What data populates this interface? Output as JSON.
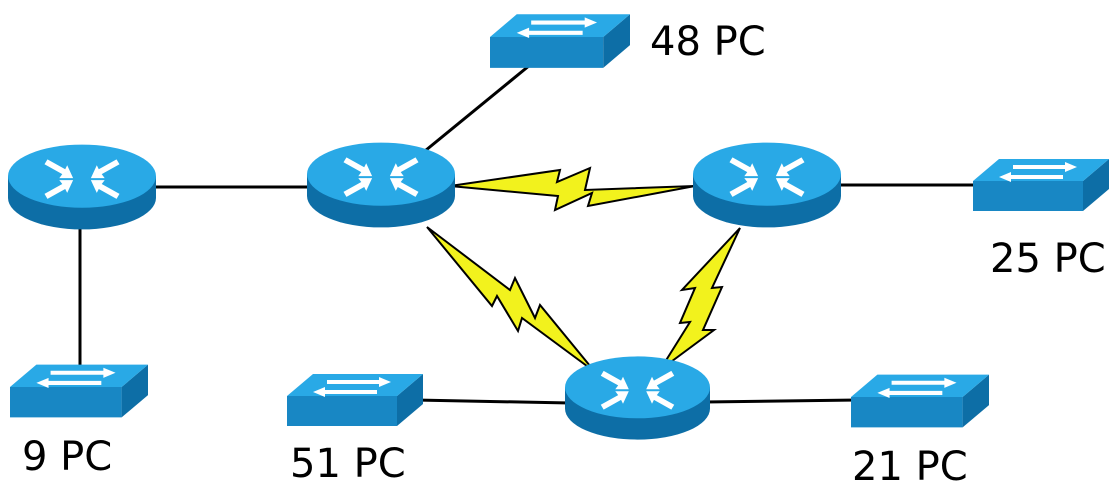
{
  "labels": {
    "sw_top": "48 PC",
    "sw_right": "25 PC",
    "sw_left_bottom": "9 PC",
    "sw_mid_bottom": "51 PC",
    "sw_right_bottom": "21 PC"
  },
  "devices": [
    {
      "id": "router-left",
      "kind": "router"
    },
    {
      "id": "router-center",
      "kind": "router"
    },
    {
      "id": "router-right",
      "kind": "router"
    },
    {
      "id": "router-bottom",
      "kind": "router"
    },
    {
      "id": "switch-top",
      "kind": "switch",
      "label_key": "sw_top"
    },
    {
      "id": "switch-right",
      "kind": "switch",
      "label_key": "sw_right"
    },
    {
      "id": "switch-left-bottom",
      "kind": "switch",
      "label_key": "sw_left_bottom"
    },
    {
      "id": "switch-mid-bottom",
      "kind": "switch",
      "label_key": "sw_mid_bottom"
    },
    {
      "id": "switch-right-bottom",
      "kind": "switch",
      "label_key": "sw_right_bottom"
    }
  ],
  "links": [
    {
      "from": "router-left",
      "to": "router-center",
      "type": "ethernet"
    },
    {
      "from": "router-left",
      "to": "switch-left-bottom",
      "type": "ethernet"
    },
    {
      "from": "router-center",
      "to": "switch-top",
      "type": "ethernet"
    },
    {
      "from": "router-center",
      "to": "router-right",
      "type": "serial"
    },
    {
      "from": "router-center",
      "to": "router-bottom",
      "type": "serial"
    },
    {
      "from": "router-right",
      "to": "router-bottom",
      "type": "serial"
    },
    {
      "from": "router-right",
      "to": "switch-right",
      "type": "ethernet"
    },
    {
      "from": "router-bottom",
      "to": "switch-mid-bottom",
      "type": "ethernet"
    },
    {
      "from": "router-bottom",
      "to": "switch-right-bottom",
      "type": "ethernet"
    }
  ],
  "colors": {
    "device_top": "#29a9e6",
    "device_side": "#0d6ea6",
    "device_front": "#1887c4",
    "arrows": "#ffffff",
    "ethernet_link": "#000000",
    "serial_link": "#f2f21d",
    "serial_outline": "#000000"
  }
}
